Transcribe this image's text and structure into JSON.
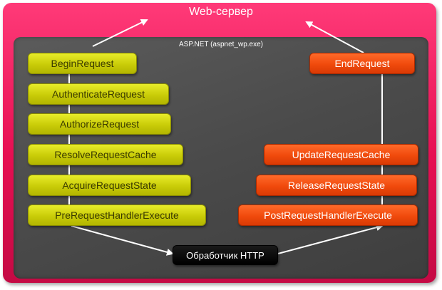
{
  "server_title": "Web-сервер",
  "aspnet_title": "ASP.NET (aspnet_wp.exe)",
  "left_events": [
    "BeginRequest",
    "AuthenticateRequest",
    "AuthorizeRequest",
    "ResolveRequestCache",
    "AcquireRequestState",
    "PreRequestHandlerExecute"
  ],
  "right_events": [
    "EndRequest",
    "UpdateRequestCache",
    "ReleaseRequestState",
    "PostRequestHandlerExecute"
  ],
  "handler": "Обработчик HTTP",
  "colors": {
    "outer": "#e60f52",
    "inner": "#4a4a4a",
    "left_event": "#c9cc08",
    "right_event": "#f04a0c",
    "handler": "#000000"
  }
}
